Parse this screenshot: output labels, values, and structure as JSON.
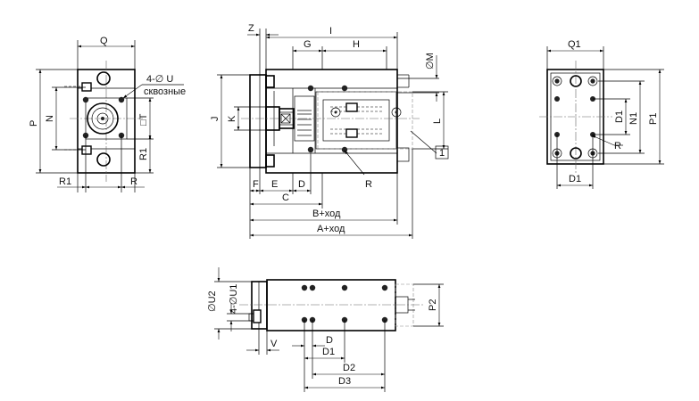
{
  "front_view": {
    "dim_q": "Q",
    "dim_p": "P",
    "dim_n": "N",
    "dim_t": "□T",
    "dim_r1_side": "R1",
    "dim_r1_bottom": "R1",
    "dim_r": "R",
    "hole_callout": "4-∅ U",
    "hole_callout_note": "сквозные"
  },
  "side_view": {
    "dim_z": "Z",
    "dim_i": "I",
    "dim_g": "G",
    "dim_h": "H",
    "dim_m": "∅M",
    "dim_j": "J",
    "dim_k": "K",
    "dim_l": "L",
    "dim_f": "F",
    "dim_e": "E",
    "dim_d": "D",
    "dim_r": "R",
    "dim_c": "C",
    "dim_b_stroke": "B+ход",
    "dim_a_stroke": "A+ход",
    "balloon": "1"
  },
  "right_view": {
    "dim_q1": "Q1",
    "dim_d1_vertical": "D1",
    "dim_n1": "N1",
    "dim_p1": "P1",
    "dim_r": "R",
    "dim_d1_bottom": "D1"
  },
  "bottom_view": {
    "dim_u2": "∅U2",
    "dim_u1": "4-∅U1",
    "dim_p2": "P2",
    "dim_v": "V",
    "dim_d": "D",
    "dim_d1": "D1",
    "dim_d2": "D2",
    "dim_d3": "D3"
  }
}
